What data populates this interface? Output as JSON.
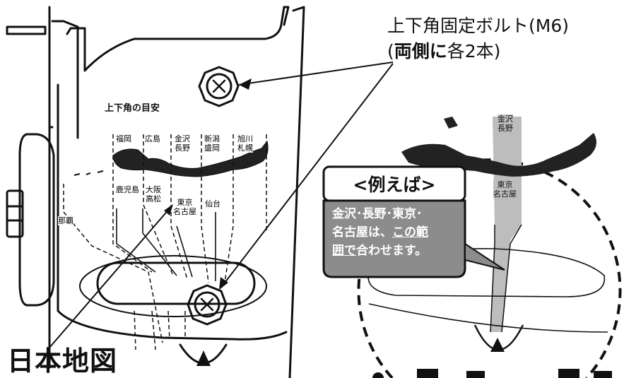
{
  "callout": {
    "bolt_title": "上下角固定ボルト(M6)",
    "bolt_note_open": "(",
    "bolt_note_bold": "両側に",
    "bolt_note_rest": "各2本)"
  },
  "guide": {
    "title": "上下角の目安",
    "upper_cities": [
      "福岡",
      "広島",
      "金沢\n長野",
      "新潟\n盛岡",
      "旭川\n札幌"
    ],
    "lower_cities": [
      "鹿児島",
      "大阪\n高松",
      "東京\n名古屋",
      "仙台"
    ],
    "naha": "那覇"
  },
  "map_label": "日本地図",
  "example": {
    "title": "<例えば>",
    "line1": "金沢･長野･東京･",
    "line2_a": "名古屋は、",
    "line2_b": "この範",
    "line3_a": "囲で",
    "line3_b": "合わせます。",
    "zoom_upper": "金沢\n長野",
    "zoom_lower": "東京\n名古屋"
  },
  "colors": {
    "line": "#111111",
    "gray_box": "#8c8c8c",
    "gray_band": "#bdbdbd"
  }
}
